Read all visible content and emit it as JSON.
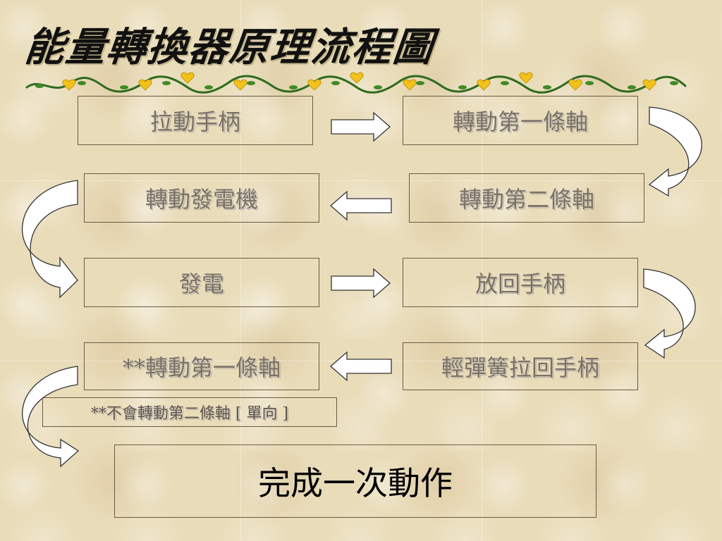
{
  "title": "能量轉換器原理流程圖",
  "steps": {
    "pull_handle": "拉動手柄",
    "turn_shaft1": "轉動第一條軸",
    "turn_shaft2": "轉動第二條軸",
    "turn_generator": "轉動發電機",
    "generate": "發電",
    "release_handle": "放回手柄",
    "spring_return": "輕彈簧拉回手柄",
    "shaft1_again": "**轉動第一條軸",
    "note_one_way": "**不會轉動第二條軸 [ 單向 ]",
    "complete": "完成一次動作"
  },
  "colors": {
    "background": "#e9dcb9",
    "box_border": "#6b5a45",
    "step_text": "#7a7065",
    "vine_green": "#2e6b1e",
    "heart_yellow": "#f2c21a"
  }
}
